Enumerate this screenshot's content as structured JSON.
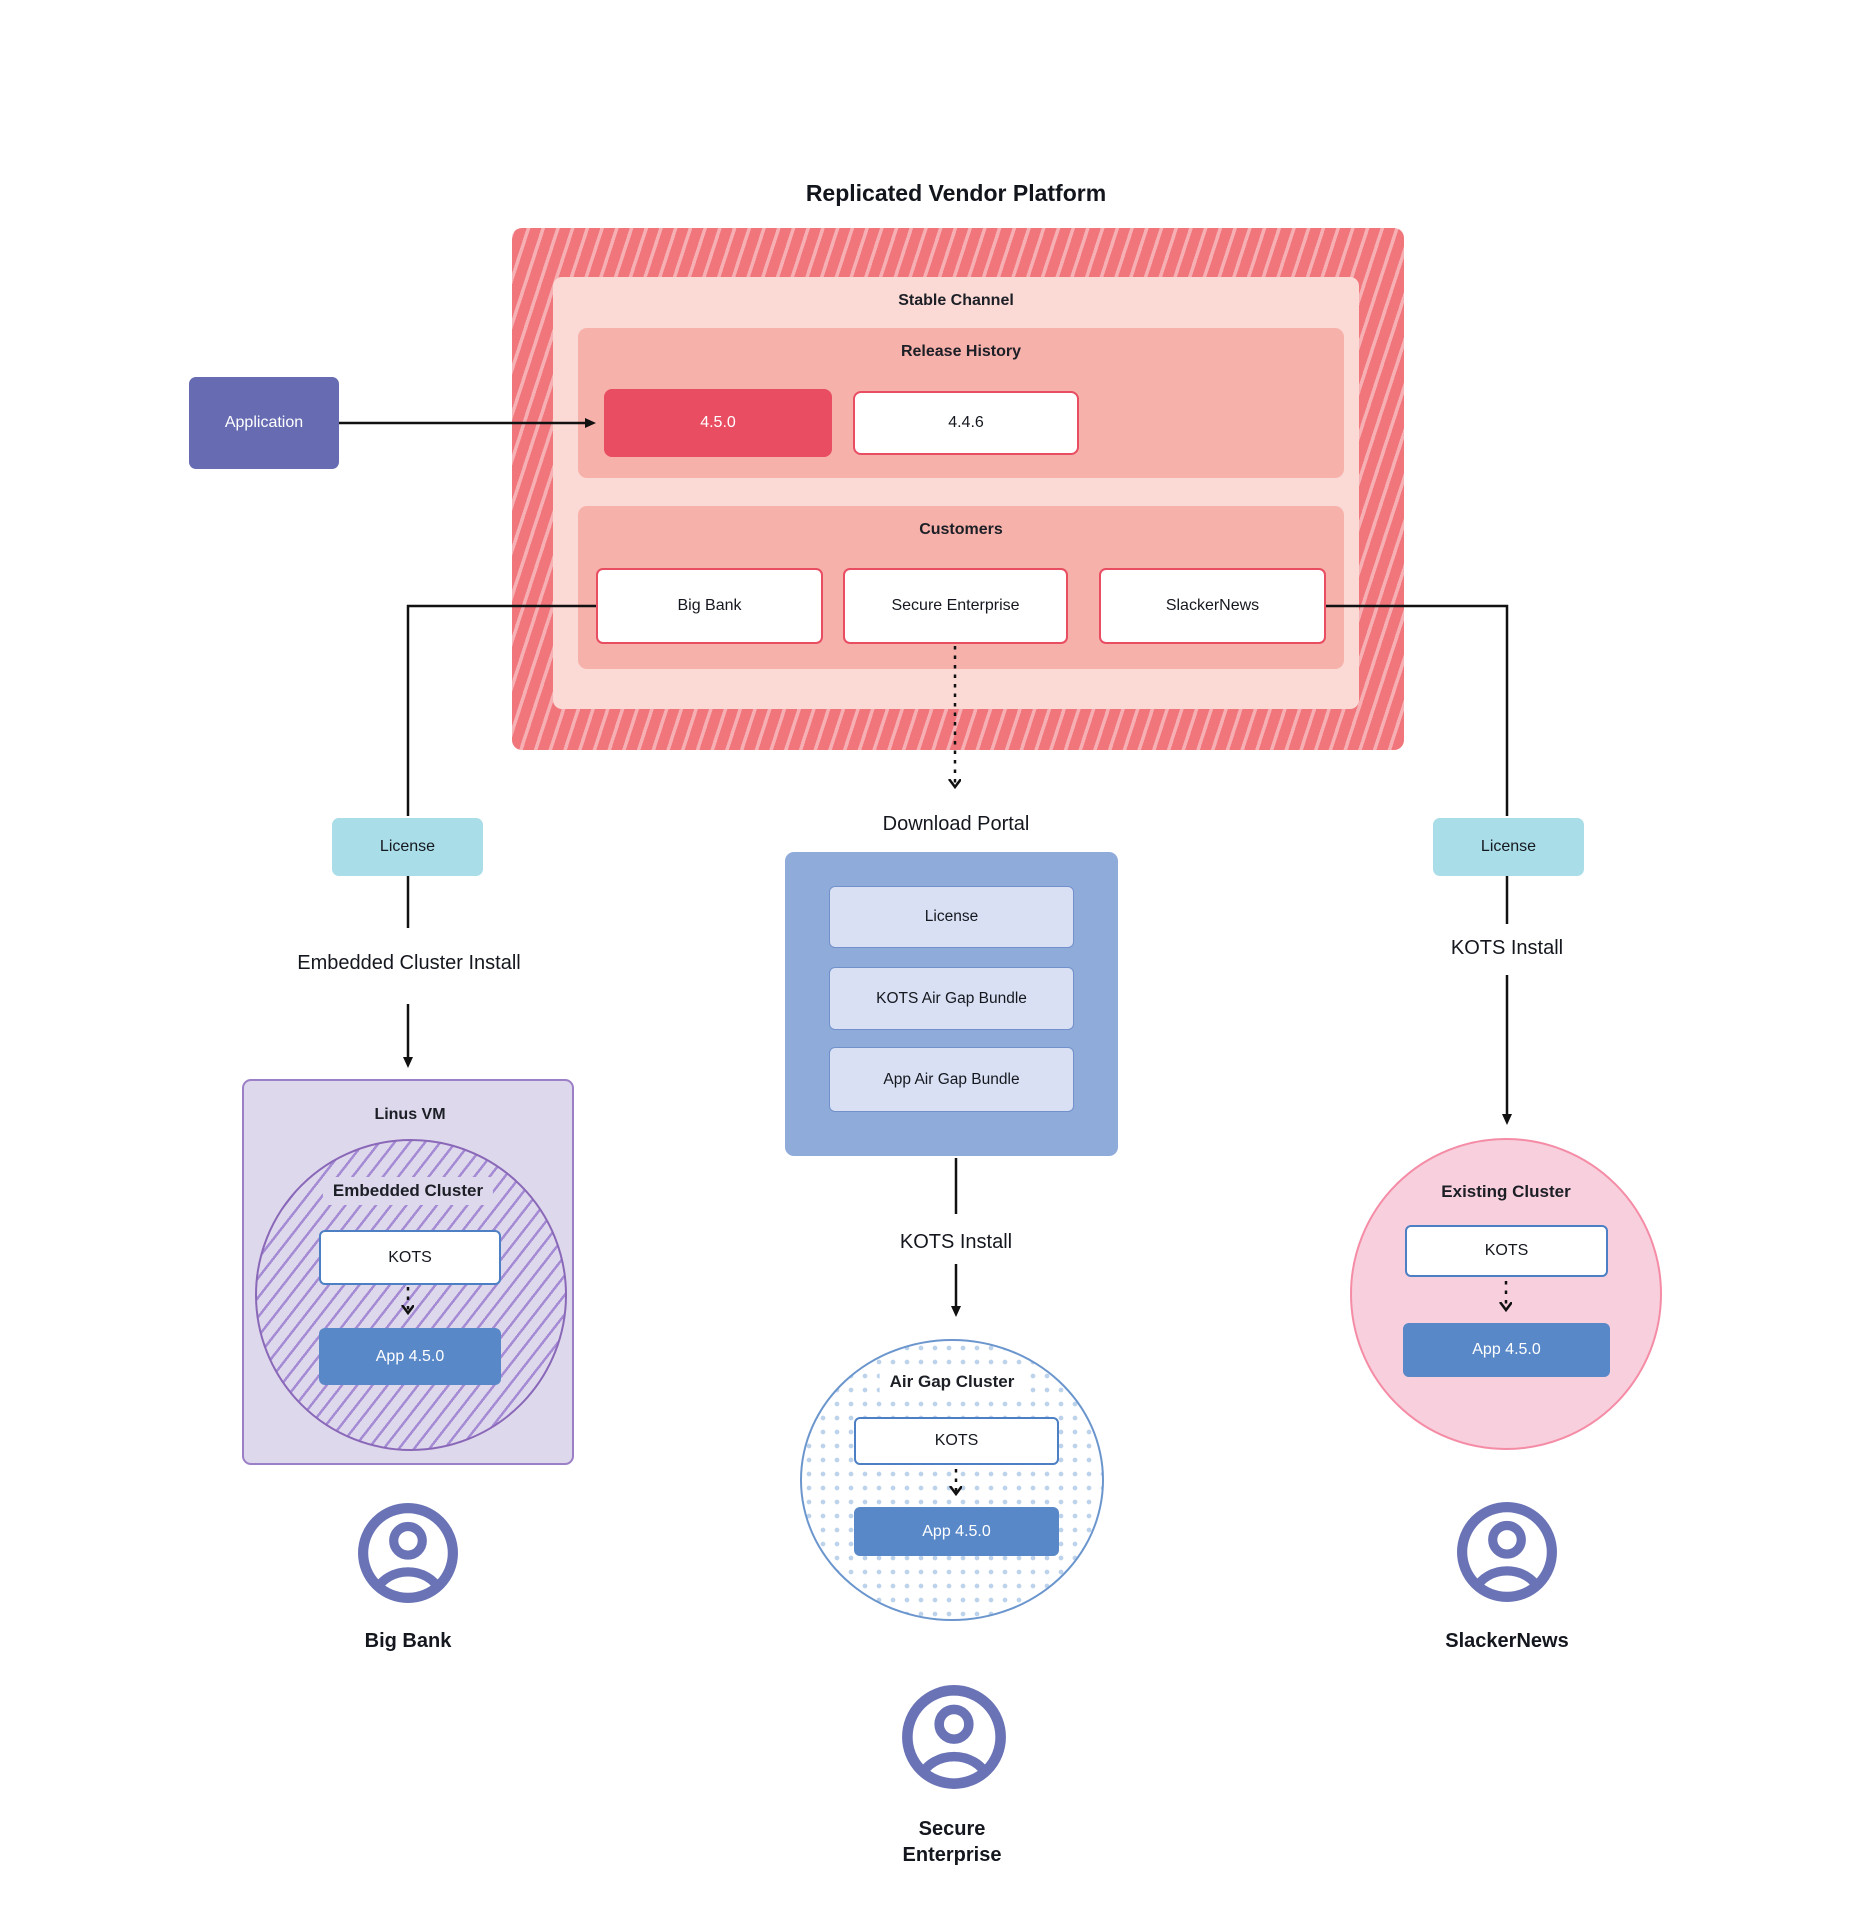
{
  "diagram": {
    "title": "Replicated Vendor Platform",
    "platform": {
      "stable_channel": {
        "label": "Stable Channel",
        "release_history": {
          "label": "Release History",
          "releases": [
            {
              "version": "4.5.0",
              "highlighted": true
            },
            {
              "version": "4.4.6",
              "highlighted": false
            }
          ]
        },
        "customers": {
          "label": "Customers",
          "items": [
            {
              "name": "Big Bank"
            },
            {
              "name": "Secure Enterprise"
            },
            {
              "name": "SlackerNews"
            }
          ]
        }
      }
    },
    "application": {
      "label": "Application"
    },
    "flows": {
      "left": {
        "license": "License",
        "install": "Embedded Cluster Install",
        "vm": "Linus VM",
        "cluster": "Embedded Cluster",
        "kots": "KOTS",
        "app": "App 4.5.0",
        "user": "Big Bank"
      },
      "middle": {
        "portal_title": "Download Portal",
        "portal_items": [
          "License",
          "KOTS Air Gap Bundle",
          "App Air Gap Bundle"
        ],
        "install": "KOTS Install",
        "cluster": "Air Gap Cluster",
        "kots": "KOTS",
        "app": "App 4.5.0",
        "user": "Secure Enterprise"
      },
      "right": {
        "license": "License",
        "install": "KOTS Install",
        "cluster": "Existing Cluster",
        "kots": "KOTS",
        "app": "App 4.5.0",
        "user": "SlackerNews"
      }
    },
    "colors": {
      "platform_red": "#f0767c",
      "stable_pink": "#fbd9d5",
      "panel_salmon": "#f6b1ab",
      "release_crimson": "#e94d62",
      "application_indigo": "#666bb2",
      "license_cyan": "#a9dde7",
      "portal_blue": "#8fabd9",
      "portal_item_lavender": "#d9e0f3",
      "vm_purple_bg": "#ded8ed",
      "vm_purple_border": "#9b7fc7",
      "kots_border_blue": "#4c7fc4",
      "app_blue": "#5988c8",
      "airgap_border_blue": "#6b96cd",
      "existing_pink_bg": "#f8cfdc",
      "existing_pink_border": "#f58ca6",
      "user_icon_purple": "#6a73b6"
    }
  }
}
